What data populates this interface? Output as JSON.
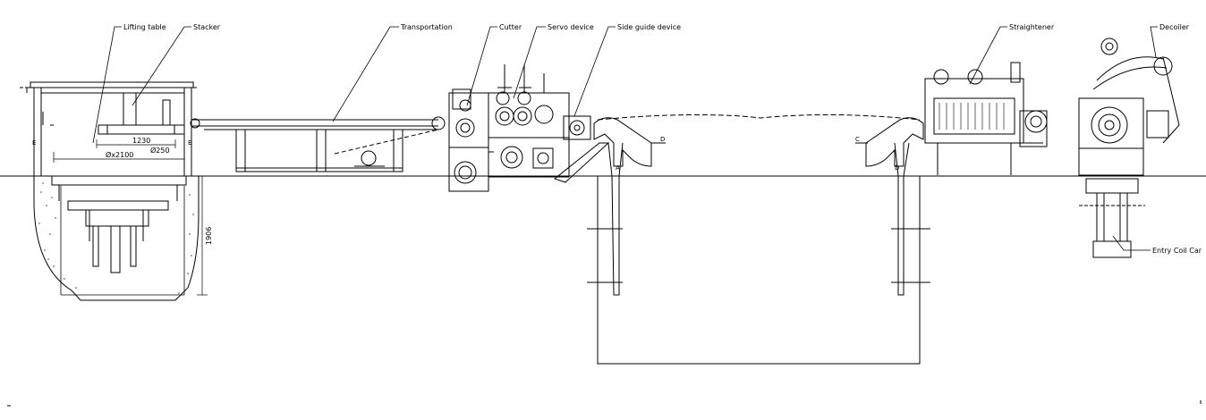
{
  "callouts": {
    "lifting_table": "Lifting table",
    "stacker": "Stacker",
    "transportation": "Transportation",
    "cutter": "Cutter",
    "servo_device": "Servo device",
    "side_guide_device": "Side guide device",
    "straightener": "Straightener",
    "decoiler": "Decoiler",
    "entry_coil_car": "Entry Coil Car"
  },
  "dimensions": {
    "d1230": "1230",
    "d250": "Ø250",
    "d2100": "Øx2100",
    "d1906": "1906"
  },
  "markers": {
    "section_e_left": "E",
    "section_e_right": "E",
    "pit_a": "A",
    "pit_d": "D",
    "arrow_d": "D",
    "arrow_c": "C"
  },
  "colors": {
    "line": "#000000",
    "hatch": "#444444",
    "background": "#ffffff"
  }
}
